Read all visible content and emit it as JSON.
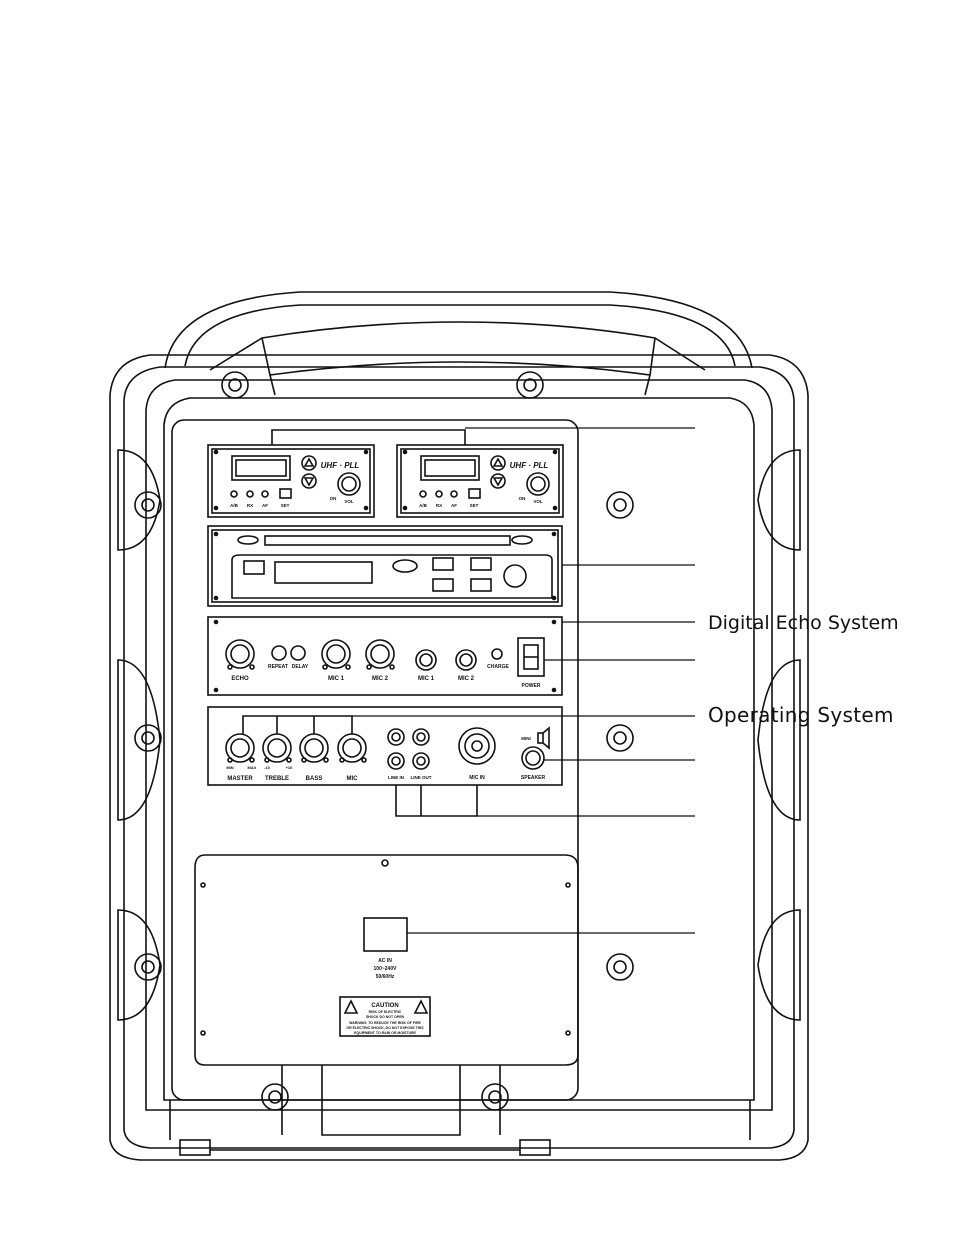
{
  "callouts": {
    "digital_echo": "Digital Echo System",
    "operating": "Operating System"
  },
  "receiver": {
    "brand": "UHF · PLL",
    "buttons": [
      "A/B",
      "RX",
      "AF",
      "SET"
    ],
    "on": "ON",
    "vol": "VOL"
  },
  "echo_panel": {
    "echo": "ECHO",
    "repeat": "REPEAT",
    "delay": "DELAY",
    "mic1": "MIC 1",
    "mic2": "MIC 2",
    "jack_mic1": "MIC 1",
    "jack_mic2": "MIC 2",
    "charge": "CHARGE",
    "power": "POWER"
  },
  "operating_panel": {
    "master": "MASTER",
    "treble": "TREBLE",
    "bass": "BASS",
    "mic": "MIC",
    "min": "MIN",
    "max": "MAX",
    "line_in": "LINE IN",
    "line_out": "LINE OUT",
    "mic_in": "MIC IN",
    "speaker": "SPEAKER",
    "mini": "MINI",
    "ten": "+10",
    "neg_ten": "-10"
  },
  "rear": {
    "ac_in": "AC IN",
    "voltage": "100~240V",
    "freq": "50/60Hz",
    "caution": "CAUTION",
    "caution_sub1": "RISK OF ELECTRIC",
    "caution_sub2": "SHOCK DO NOT OPEN",
    "warning1": "WARNING: TO REDUCE THE RISK OF FIRE",
    "warning2": "OR ELECTRIC SHOCK, DO NOT EXPOSE THIS",
    "warning3": "EQUIPMENT TO RAIN OR MOISTURE"
  }
}
